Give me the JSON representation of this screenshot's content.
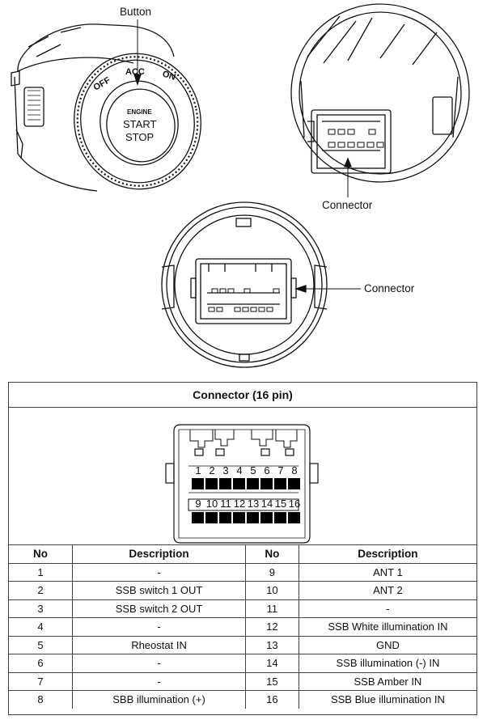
{
  "labels": {
    "button": "Button",
    "connector_rear": "Connector",
    "connector_front": "Connector",
    "switch_positions": [
      "OFF",
      "ACC",
      "ON"
    ],
    "switch_face": [
      "ENGINE",
      "START",
      "STOP"
    ]
  },
  "connector_box": {
    "title": "Connector (16 pin)",
    "pin_row_top": [
      "1",
      "2",
      "3",
      "4",
      "5",
      "6",
      "7",
      "8"
    ],
    "pin_row_bottom": [
      "9",
      "10",
      "11",
      "12",
      "13",
      "14",
      "15",
      "16"
    ]
  },
  "pin_table": {
    "headers": [
      "No",
      "Description",
      "No",
      "Description"
    ],
    "rows": [
      {
        "no_a": "1",
        "desc_a": "-",
        "no_b": "9",
        "desc_b": "ANT 1"
      },
      {
        "no_a": "2",
        "desc_a": "SSB switch 1 OUT",
        "no_b": "10",
        "desc_b": "ANT 2"
      },
      {
        "no_a": "3",
        "desc_a": "SSB switch 2 OUT",
        "no_b": "11",
        "desc_b": "-"
      },
      {
        "no_a": "4",
        "desc_a": "-",
        "no_b": "12",
        "desc_b": "SSB White illumination IN"
      },
      {
        "no_a": "5",
        "desc_a": "Rheostat IN",
        "no_b": "13",
        "desc_b": "GND"
      },
      {
        "no_a": "6",
        "desc_a": "-",
        "no_b": "14",
        "desc_b": "SSB illumination (-) IN"
      },
      {
        "no_a": "7",
        "desc_a": "-",
        "no_b": "15",
        "desc_b": "SSB Amber IN"
      },
      {
        "no_a": "8",
        "desc_a": "SBB illumination (+)",
        "no_b": "16",
        "desc_b": "SSB Blue illumination IN"
      }
    ]
  }
}
